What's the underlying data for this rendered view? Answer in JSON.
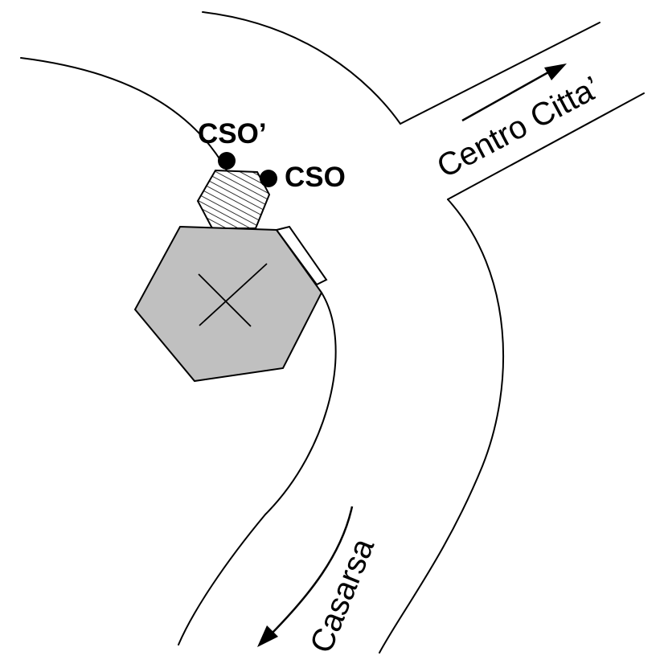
{
  "labels": {
    "cso_prime": "CSO’",
    "cso": "CSO",
    "centro_citta": "Centro Citta’",
    "casarsa": "Casarsa"
  },
  "colors": {
    "line": "#000000",
    "building_fill": "#c0c0c0",
    "hatch_fill": "#ffffff",
    "marker": "#000000",
    "background": "#ffffff"
  },
  "icons": {
    "building": "hexagon-building",
    "structure": "hatched-hexagon-structure",
    "point": "filled-circle-marker",
    "direction": "arrow"
  }
}
